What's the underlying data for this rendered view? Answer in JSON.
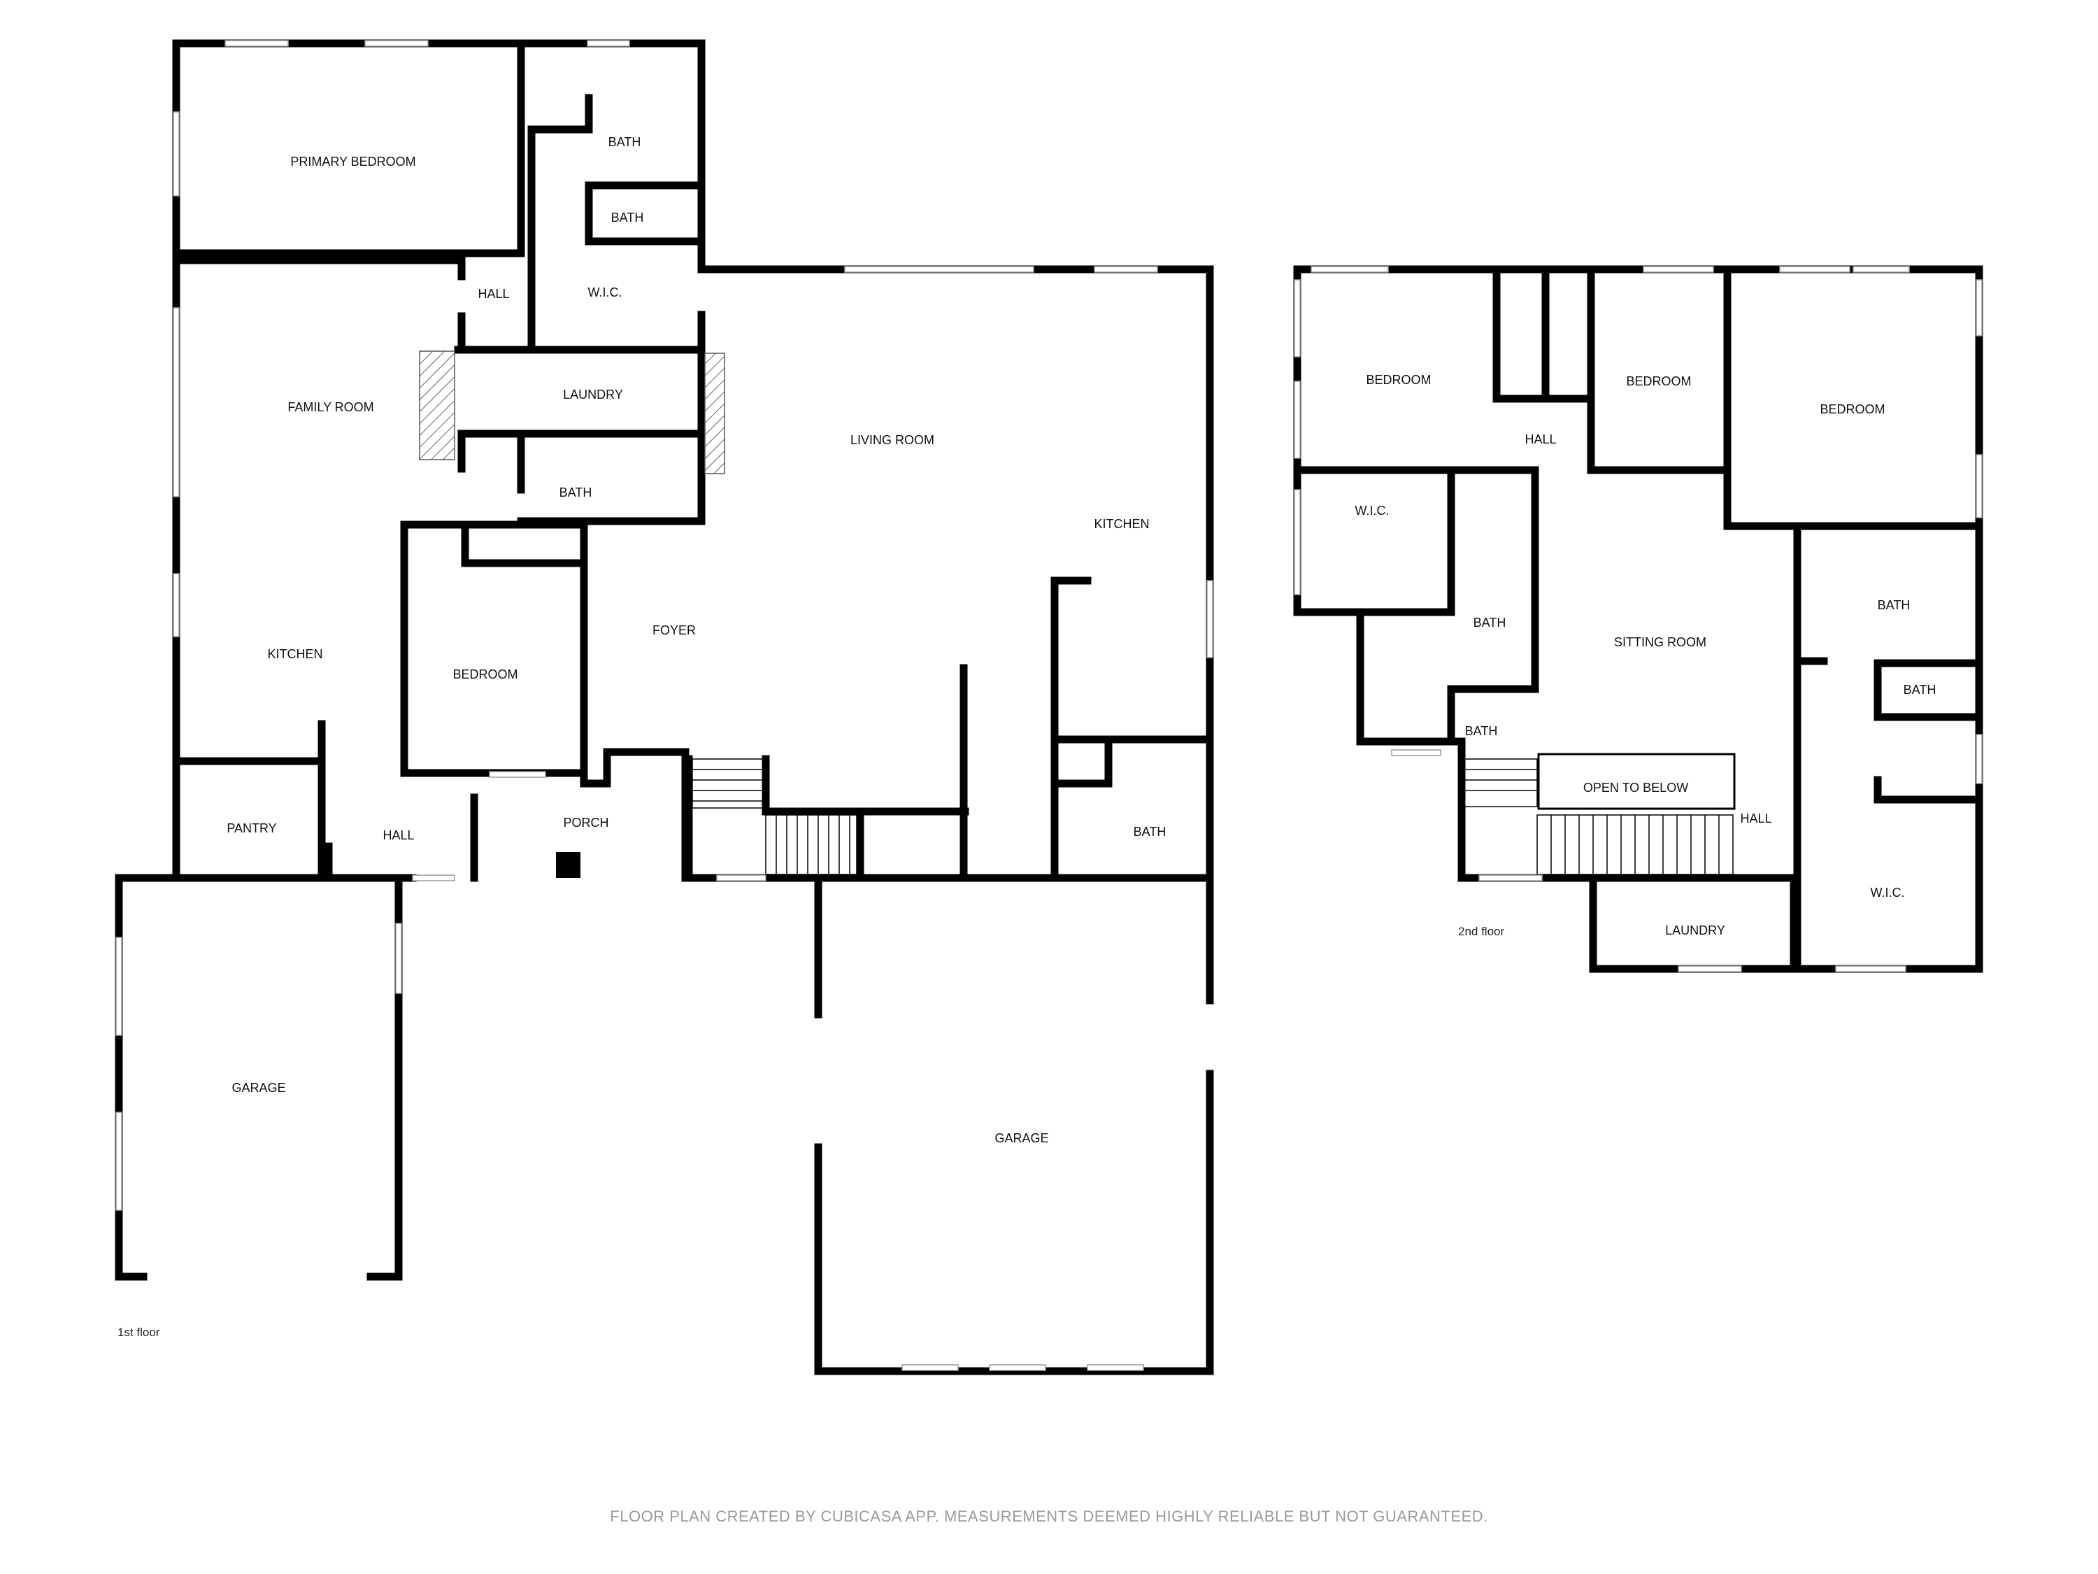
{
  "floor1": {
    "label": "1st floor",
    "rooms": {
      "primary_bedroom": "PRIMARY BEDROOM",
      "bath_1": "BATH",
      "bath_2": "BATH",
      "hall_1": "HALL",
      "wic": "W.I.C.",
      "family_room": "FAMILY ROOM",
      "laundry": "LAUNDRY",
      "bath_3": "BATH",
      "living_room": "LIVING ROOM",
      "kitchen_right": "KITCHEN",
      "kitchen_left": "KITCHEN",
      "bedroom": "BEDROOM",
      "foyer": "FOYER",
      "pantry": "PANTRY",
      "hall_2": "HALL",
      "porch": "PORCH",
      "bath_4": "BATH",
      "garage_left": "GARAGE",
      "garage_right": "GARAGE"
    }
  },
  "floor2": {
    "label": "2nd floor",
    "rooms": {
      "bedroom_1": "BEDROOM",
      "bedroom_2": "BEDROOM",
      "bedroom_3": "BEDROOM",
      "hall_1": "HALL",
      "wic_1": "W.I.C.",
      "bath_1": "BATH",
      "sitting_room": "SITTING ROOM",
      "bath_2": "BATH",
      "bath_3": "BATH",
      "bath_4": "BATH",
      "open_to_below": "OPEN TO BELOW",
      "hall_2": "HALL",
      "laundry": "LAUNDRY",
      "wic_2": "W.I.C."
    }
  },
  "footer": "FLOOR PLAN CREATED BY CUBICASA APP. MEASUREMENTS DEEMED HIGHLY RELIABLE BUT NOT GUARANTEED."
}
